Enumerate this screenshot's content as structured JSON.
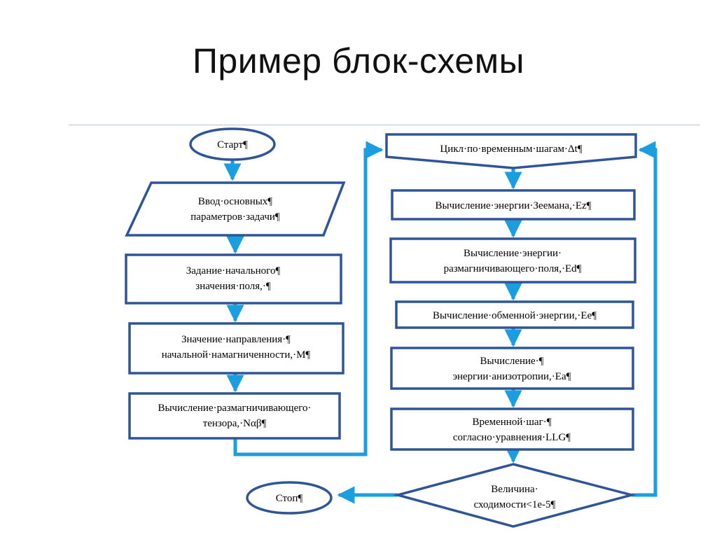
{
  "title": "Пример блок-схемы",
  "colors": {
    "arrow": "#1a9ee0",
    "border": "#2f5597",
    "fill": "#ffffff"
  },
  "diagram": {
    "start": "Старт¶",
    "input": [
      "Ввод·основных¶",
      "параметров·задачи¶"
    ],
    "initial_field": [
      "Задание·начального¶",
      "значения·поля,·¶"
    ],
    "magnetization": [
      "Значение·направления·¶",
      "начальной·намагниченности,·M¶"
    ],
    "tensor": [
      "Вычисление·размагничивающего·",
      "тензора,·Nαβ¶"
    ],
    "loop": "Цикл·по·временным·шагам·Δt¶",
    "zeeman": "Вычисление·энергии·Зеемана,·Ez¶",
    "demag": [
      "Вычисление·энергии·",
      "размагничивающего·поля,·Ed¶"
    ],
    "exchange": "Вычисление·обменной·энергии,·Ee¶",
    "anisotropy": [
      "Вычисление·¶",
      "энергии·анизотропии,·Ea¶"
    ],
    "timestep": [
      "Временной·шаг·¶",
      "согласно·уравнения·LLG¶"
    ],
    "convergence": [
      "Величина·",
      "сходимости<1e-5¶"
    ],
    "stop": "Стоп¶"
  }
}
